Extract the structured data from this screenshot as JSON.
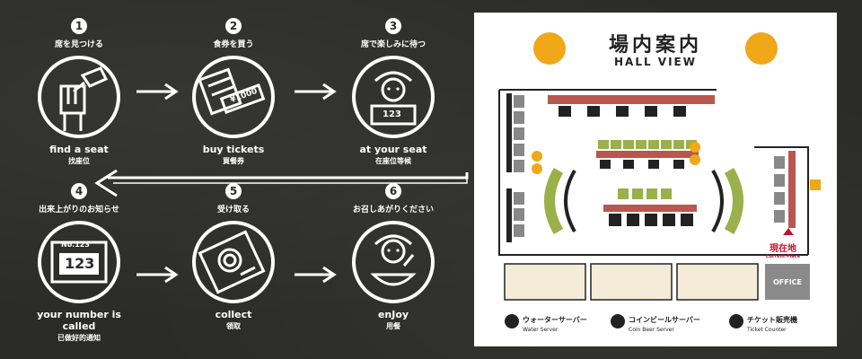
{
  "steps": [
    {
      "num": "1",
      "jp": "席を見つける",
      "en": "find a seat",
      "cn": "找座位"
    },
    {
      "num": "2",
      "jp": "食券を買う",
      "en": "buy tickets",
      "cn": "買餐券",
      "ticket": "¥1000"
    },
    {
      "num": "3",
      "jp": "席で楽しみに待つ",
      "en": "at your seat",
      "cn": "在座位等候",
      "ticket": "123"
    },
    {
      "num": "4",
      "jp": "出来上がりのお知らせ",
      "en": "your number is called",
      "cn": "已做好的通知",
      "board_no": "No.123",
      "board_value": "123"
    },
    {
      "num": "5",
      "jp": "受け取る",
      "en": "collect",
      "cn": "領取"
    },
    {
      "num": "6",
      "jp": "お召しあがりください",
      "en": "enJoy",
      "cn": "用餐"
    }
  ],
  "map": {
    "title": "場内案内",
    "subtitle": "HALL VIEW",
    "current": "現在地",
    "current_en": "Current Place",
    "office": "OFFICE",
    "legend": [
      {
        "jp": "ウォーターサーバー",
        "en": "Water Server",
        "icon": "water-drop-icon"
      },
      {
        "jp": "コインビールサーバー",
        "en": "Coin Beer Server",
        "icon": "beer-mug-icon"
      },
      {
        "jp": "チケット販売機",
        "en": "Ticket Counter",
        "icon": "ticket-machine-icon"
      }
    ]
  },
  "colors": {
    "board": "#2b2b29",
    "accent": "#f0a818",
    "table": "#b8574f",
    "seat": "#9ab04a",
    "here": "#c8102e"
  }
}
